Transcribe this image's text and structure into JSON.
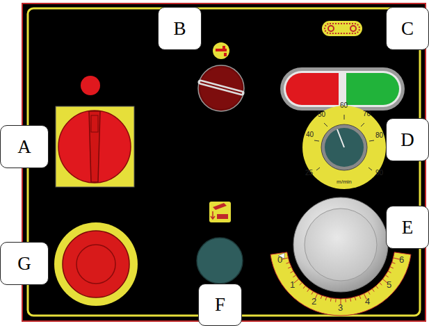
{
  "diagram": {
    "nodes": [
      {
        "text": [
          "B"
        ]
      },
      {
        "text": [
          "C"
        ]
      },
      {
        "text": [
          "A"
        ]
      },
      {
        "text": [
          "D"
        ]
      },
      {
        "text": [
          "E"
        ]
      },
      {
        "text": [
          "G"
        ]
      },
      {
        "text": [
          "F"
        ]
      }
    ],
    "labels": [
      "25",
      "40",
      "50",
      "60",
      "70",
      "80",
      "90",
      "m/min",
      "0",
      "1",
      "2",
      "3",
      "4",
      "5",
      "6"
    ]
  }
}
